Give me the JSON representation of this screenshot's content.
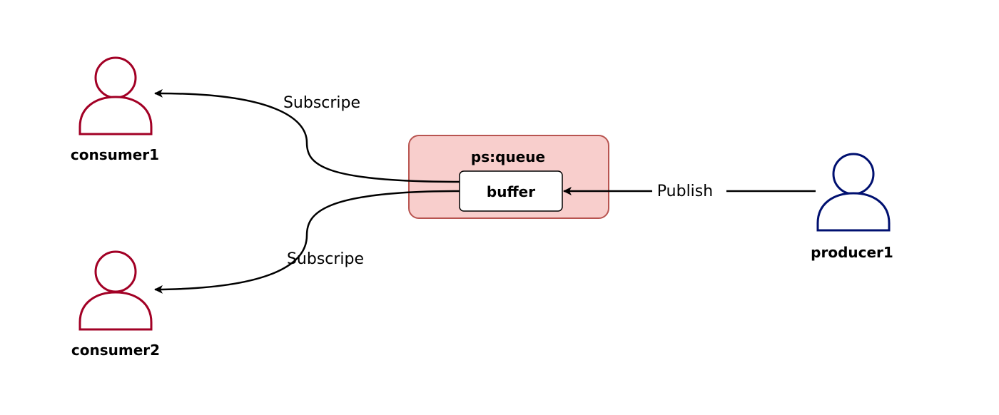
{
  "diagram": {
    "actors": {
      "consumer1": {
        "label": "consumer1",
        "color": "#a20025"
      },
      "consumer2": {
        "label": "consumer2",
        "color": "#a20025"
      },
      "producer1": {
        "label": "producer1",
        "color": "#001070"
      }
    },
    "queue": {
      "title": "ps:queue",
      "fill": "#f8cecc",
      "stroke": "#b85450",
      "buffer": {
        "label": "buffer"
      }
    },
    "edges": {
      "subscribe_top": {
        "label": "Subscripe"
      },
      "subscribe_bottom": {
        "label": "Subscripe"
      },
      "publish": {
        "label": "Publish"
      }
    }
  }
}
